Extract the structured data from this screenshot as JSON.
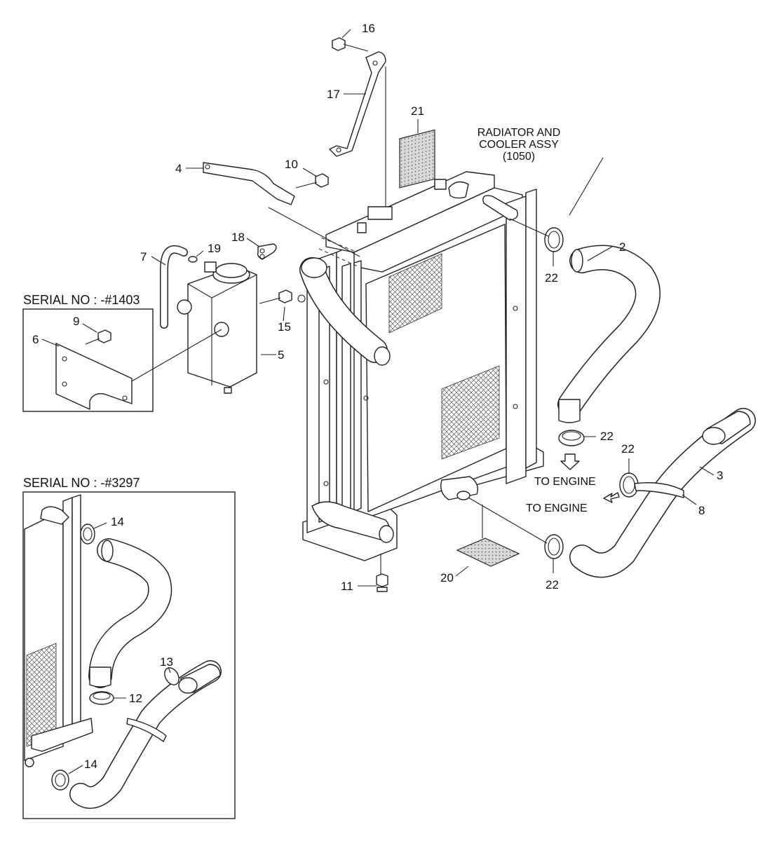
{
  "diagram": {
    "radiator_label": [
      "RADIATOR AND",
      "COOLER ASSY",
      "(1050)"
    ],
    "to_engine_upper": "TO ENGINE",
    "to_engine_lower": "TO ENGINE",
    "serial_box_1": "SERIAL NO : -#1403",
    "serial_box_2": "SERIAL NO : -#3297",
    "callouts": {
      "n2": "2",
      "n3": "3",
      "n4": "4",
      "n5": "5",
      "n6": "6",
      "n7": "7",
      "n8": "8",
      "n9": "9",
      "n10": "10",
      "n11": "11",
      "n12": "12",
      "n13": "13",
      "n14a": "14",
      "n14b": "14",
      "n15": "15",
      "n16": "16",
      "n17": "17",
      "n18": "18",
      "n19": "19",
      "n20": "20",
      "n21": "21",
      "n22a": "22",
      "n22b": "22",
      "n22c": "22",
      "n22d": "22"
    }
  }
}
